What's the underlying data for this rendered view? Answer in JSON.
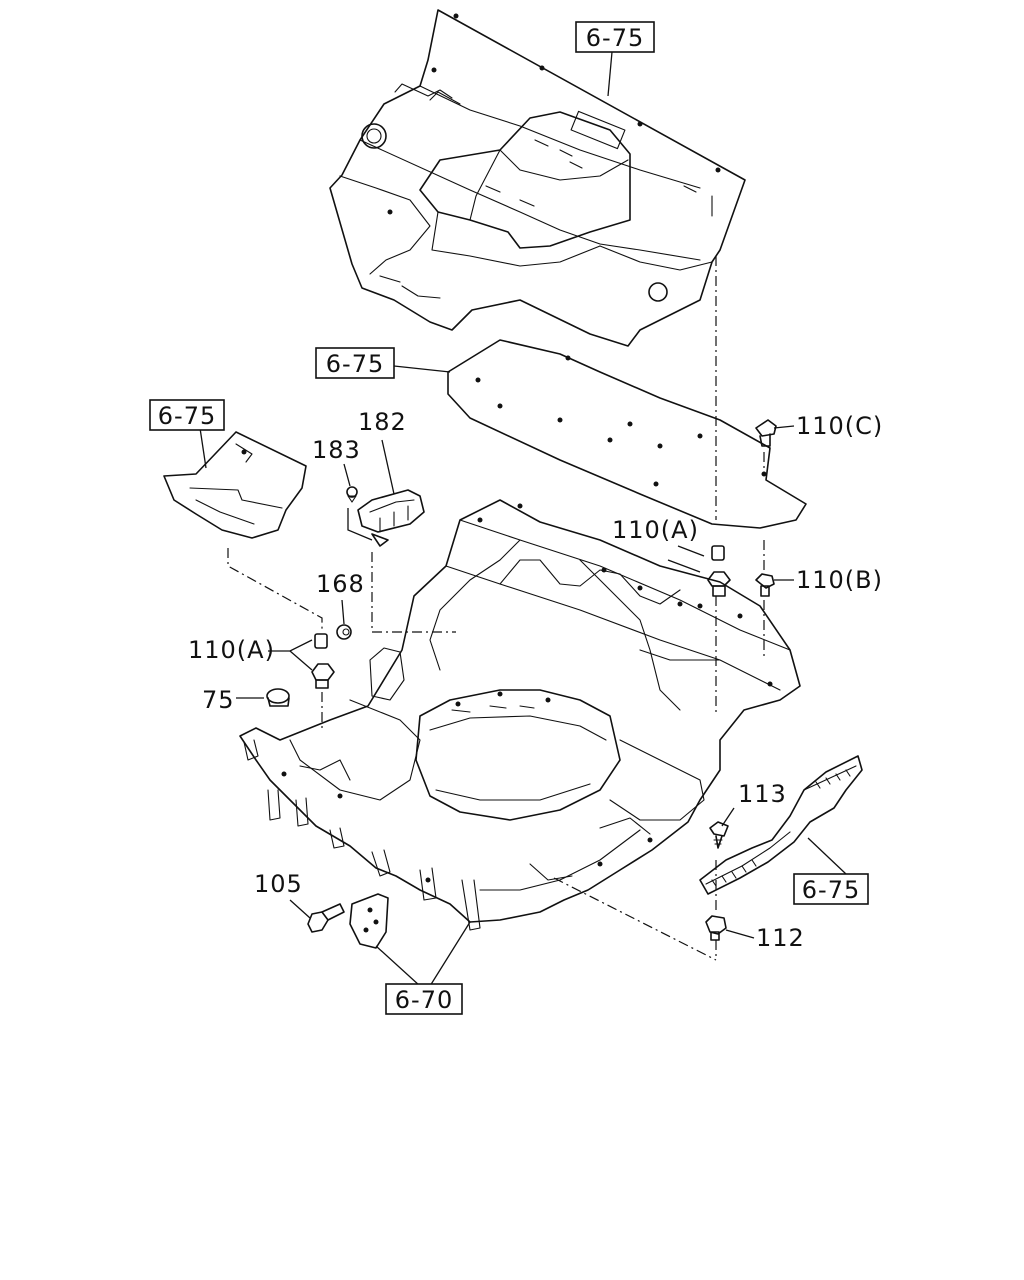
{
  "callouts": {
    "ref_top": "6-75",
    "ref_mid": "6-75",
    "ref_left": "6-75",
    "ref_right": "6-75",
    "ref_bottom": "6-70",
    "p182": "182",
    "p183": "183",
    "p168": "168",
    "p110a_left": "110(A)",
    "p110a_right": "110(A)",
    "p110b": "110(B)",
    "p110c": "110(C)",
    "p75": "75",
    "p113": "113",
    "p112": "112",
    "p105": "105"
  }
}
